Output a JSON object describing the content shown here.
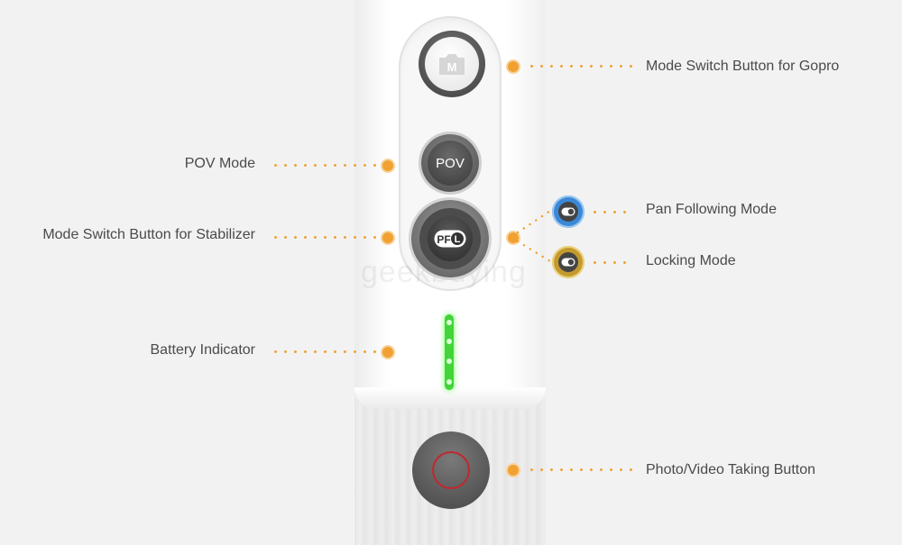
{
  "labels": {
    "gopro_mode": "Mode Switch Button for Gopro",
    "pov_mode": "POV Mode",
    "stabilizer_mode": "Mode Switch Button for Stabilizer",
    "pan_following": "Pan Following Mode",
    "locking": "Locking Mode",
    "battery": "Battery Indicator",
    "photo_video": "Photo/Video Taking Button"
  },
  "buttons": {
    "m_symbol": "M",
    "pov_text": "POV",
    "pf_text": "PF",
    "l_text": "L"
  },
  "watermark": "geekbuying",
  "colors": {
    "accent": "#f0a132",
    "led_green": "#43d43a",
    "pan_blue": "#3c88d8",
    "lock_gold": "#c39a2e",
    "record_red": "#c0282e"
  },
  "icons": [
    "camera-icon",
    "pf-l-icon",
    "record-icon"
  ]
}
